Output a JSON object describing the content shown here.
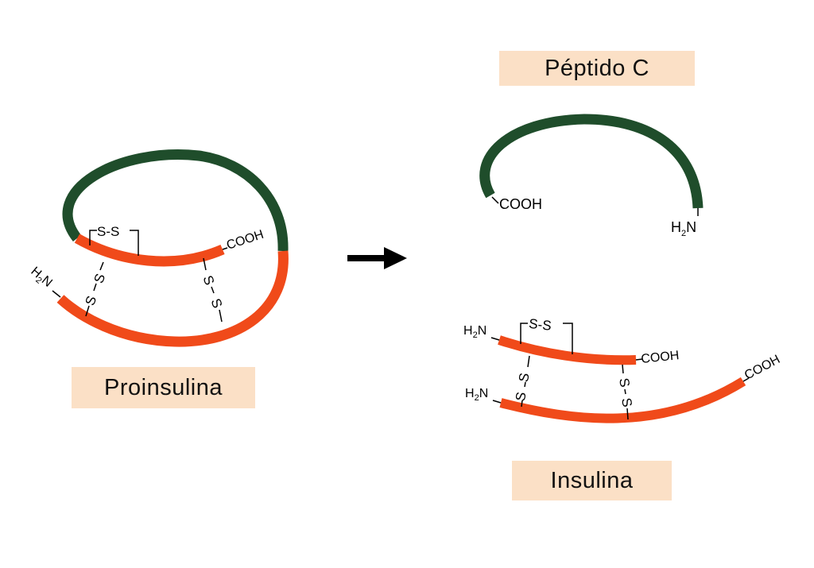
{
  "labels": {
    "proinsulina": "Proinsulina",
    "peptido_c": "Péptido C",
    "insulina": "Insulina"
  },
  "chem": {
    "cooh": "COOH",
    "h": "H",
    "two": "2",
    "n": "N",
    "ss": "S-S",
    "s": "S"
  },
  "colors": {
    "chain_green": "#1f4d2b",
    "chain_orange": "#f04a1a",
    "label_bg": "#fbe0c6",
    "arrow": "#000000"
  }
}
